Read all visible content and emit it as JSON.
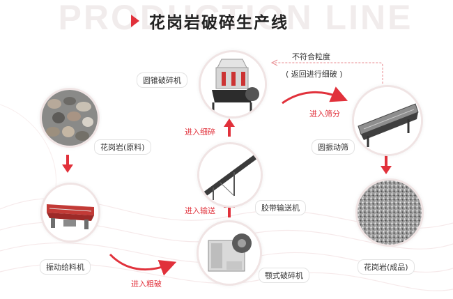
{
  "header": {
    "watermark": "PRODUCTION LINE",
    "title": "花岗岩破碎生产线"
  },
  "nodes": {
    "raw": "花岗岩(原料)",
    "feeder": "振动给料机",
    "jaw": "颚式破碎机",
    "belt": "胶带输送机",
    "cone": "圆锥破碎机",
    "screen": "圆振动筛",
    "product": "花岗岩(成品)"
  },
  "arrows": {
    "coarse": "进入粗破",
    "convey": "进入输送",
    "fine": "进入细碎",
    "screening": "进入筛分"
  },
  "feedback": {
    "line1": "不符合粒度",
    "line2": "( 返回进行细破 )"
  },
  "colors": {
    "accent": "#e1313b",
    "ring": "#f0e4e4"
  }
}
